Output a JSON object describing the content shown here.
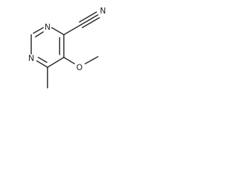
{
  "molecule": {
    "atoms": {
      "n_top": "N",
      "n_bottom": "N",
      "n_nitrile": "N",
      "o_methoxy": "O"
    }
  }
}
